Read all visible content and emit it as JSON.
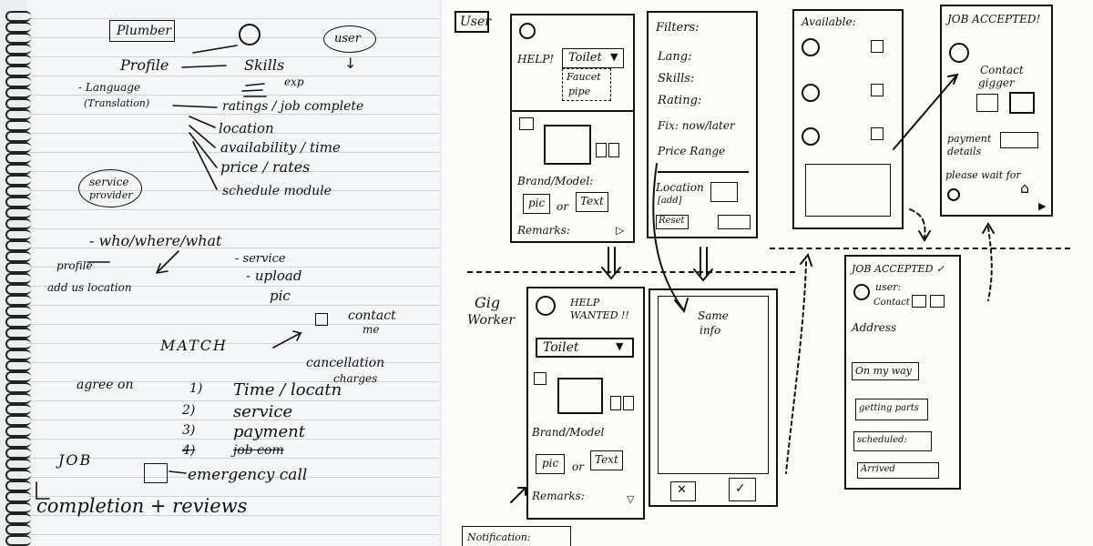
{
  "notebook": {
    "plumber": "Plumber",
    "user": "user",
    "profile": "Profile",
    "skills": "Skills",
    "exp": "exp",
    "language": "- Language",
    "translation": "(Translation)",
    "ratings": "ratings / job complete",
    "location": "location",
    "availability": "availability / time",
    "price": "price / rates",
    "schedule": "schedule module",
    "service_provider_1": "service",
    "service_provider_2": "provider",
    "who": "- who/where/what",
    "profile2": "profile",
    "add_location": "add us location",
    "service": "- service",
    "upload": "- upload",
    "pic": "pic",
    "contact_me_1": "contact",
    "contact_me_2": "me",
    "match": "MATCH",
    "cancellation_1": "cancellation",
    "cancellation_2": "charges",
    "agree": "agree on",
    "n1": "1)",
    "time_loc": "Time / locatn",
    "n2": "2)",
    "service2": "service",
    "n3": "3)",
    "payment": "payment",
    "n4": "4)",
    "job_comp": "job com",
    "job": "JOB",
    "emergency": "emergency call",
    "completion": "completion + reviews"
  },
  "sheet": {
    "user_label": "User",
    "gig_label_1": "Gig",
    "gig_label_2": "Worker",
    "s1": {
      "help": "HELP!",
      "toilet": "Toilet",
      "opt1": "Faucet",
      "opt2": "pipe",
      "brand": "Brand/Model:",
      "pic": "pic",
      "or": "or",
      "text": "Text",
      "remarks": "Remarks:"
    },
    "s2": {
      "filters": "Filters:",
      "lang": "Lang:",
      "skills": "Skills:",
      "rating": "Rating:",
      "fix": "Fix: now/later",
      "price_range": "Price Range",
      "location": "Location",
      "location2": "[add]",
      "reset": "Reset"
    },
    "s3": {
      "available": "Available:"
    },
    "s4": {
      "job_accepted": "JOB ACCEPTED!",
      "contact": "Contact",
      "gigger": "gigger",
      "payment_1": "payment",
      "payment_2": "details",
      "please_wait": "please wait for"
    },
    "s5": {
      "help_wanted_1": "HELP",
      "help_wanted_2": "WANTED !!",
      "toilet": "Toilet",
      "brand": "Brand/Model",
      "pic": "pic",
      "or": "or",
      "text": "Text",
      "remarks": "Remarks:"
    },
    "s6": {
      "same_1": "Same",
      "same_2": "info"
    },
    "s7": {
      "job_accepted": "JOB ACCEPTED ✓",
      "user": "user:",
      "contact": "Contact",
      "address": "Address",
      "on_my_way": "On my way",
      "getting_parts": "getting parts",
      "scheduled": "scheduled:",
      "arrived": "Arrived"
    },
    "notification": "Notification:"
  }
}
